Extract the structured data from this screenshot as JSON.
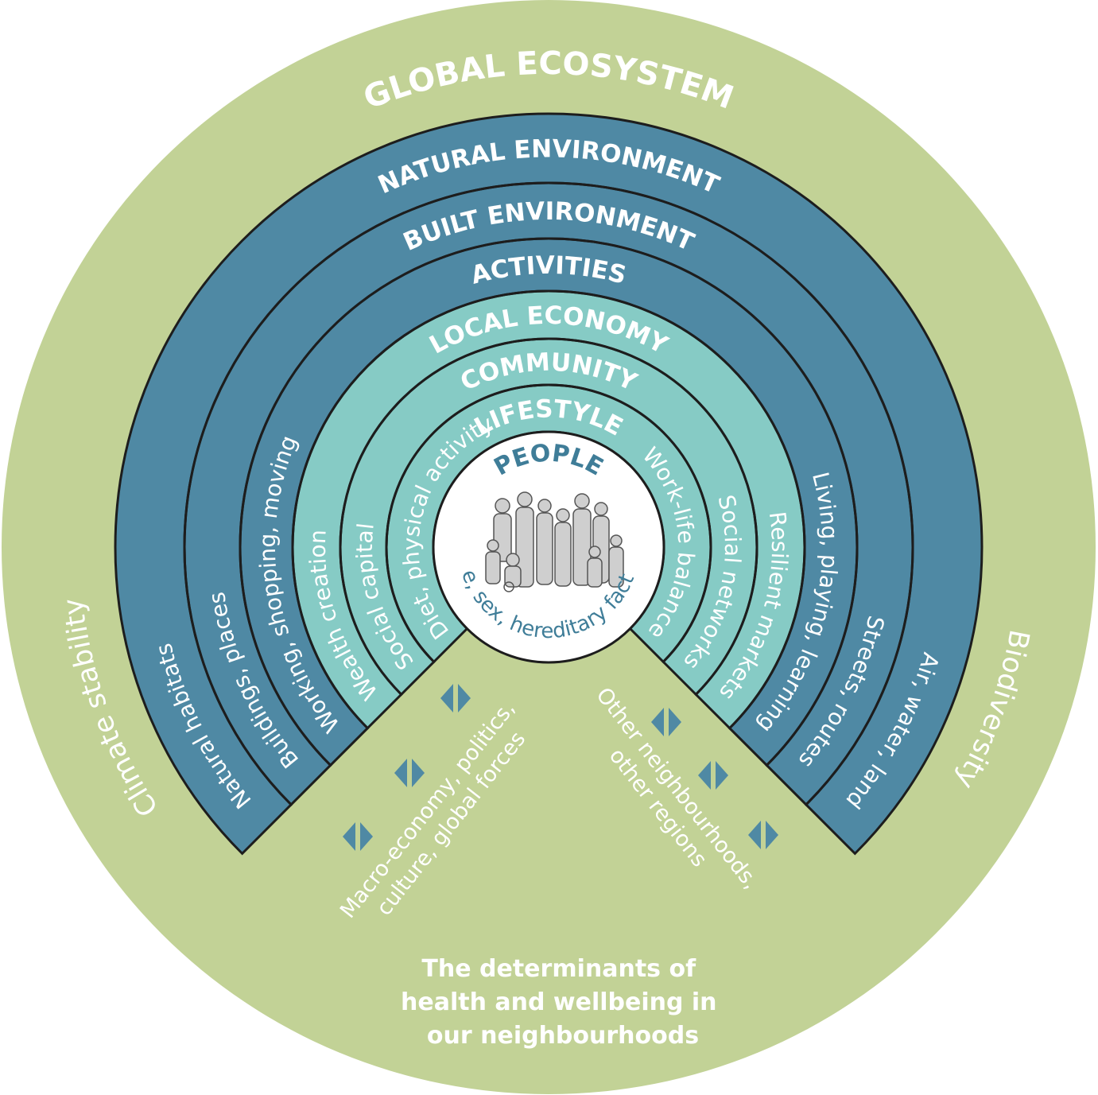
{
  "global_ecosystem": {
    "title": "GLOBAL ECOSYSTEM",
    "left_label": "Climate stability",
    "right_label": "Biodiversity"
  },
  "rings": [
    {
      "name": "NATURAL ENVIRONMENT",
      "left": "Natural habitats",
      "right": "Air, water, land"
    },
    {
      "name": "BUILT ENVIRONMENT",
      "left": "Buildings, places",
      "right": "Streets, routes"
    },
    {
      "name": "ACTIVITIES",
      "left": "Working, shopping, moving",
      "right": "Living, playing, learning"
    },
    {
      "name": "LOCAL ECONOMY",
      "left": "Wealth creation",
      "right": "Resilient markets"
    },
    {
      "name": "COMMUNITY",
      "left": "Social capital",
      "right": "Social networks"
    },
    {
      "name": "LIFESTYLE",
      "left": "Diet, physical activity",
      "right": "Work-life balance"
    }
  ],
  "people": {
    "title": "PEOPLE",
    "label": "Age, sex, hereditary factors"
  },
  "influences": {
    "left": [
      "Macro-economy, politics,",
      "culture, global forces"
    ],
    "right": [
      "Other neighbourhoods,",
      "other regions"
    ]
  },
  "caption": [
    "The determinants of",
    "health and wellbeing in",
    "our neighbourhoods"
  ],
  "colors": {
    "outer_green": "#c2d296",
    "dark_teal": "#4f89a4",
    "light_teal": "#86cbc5",
    "divider": "#1d1d1d",
    "people_text": "#3f7d98",
    "arrow": "#4f89a4"
  }
}
